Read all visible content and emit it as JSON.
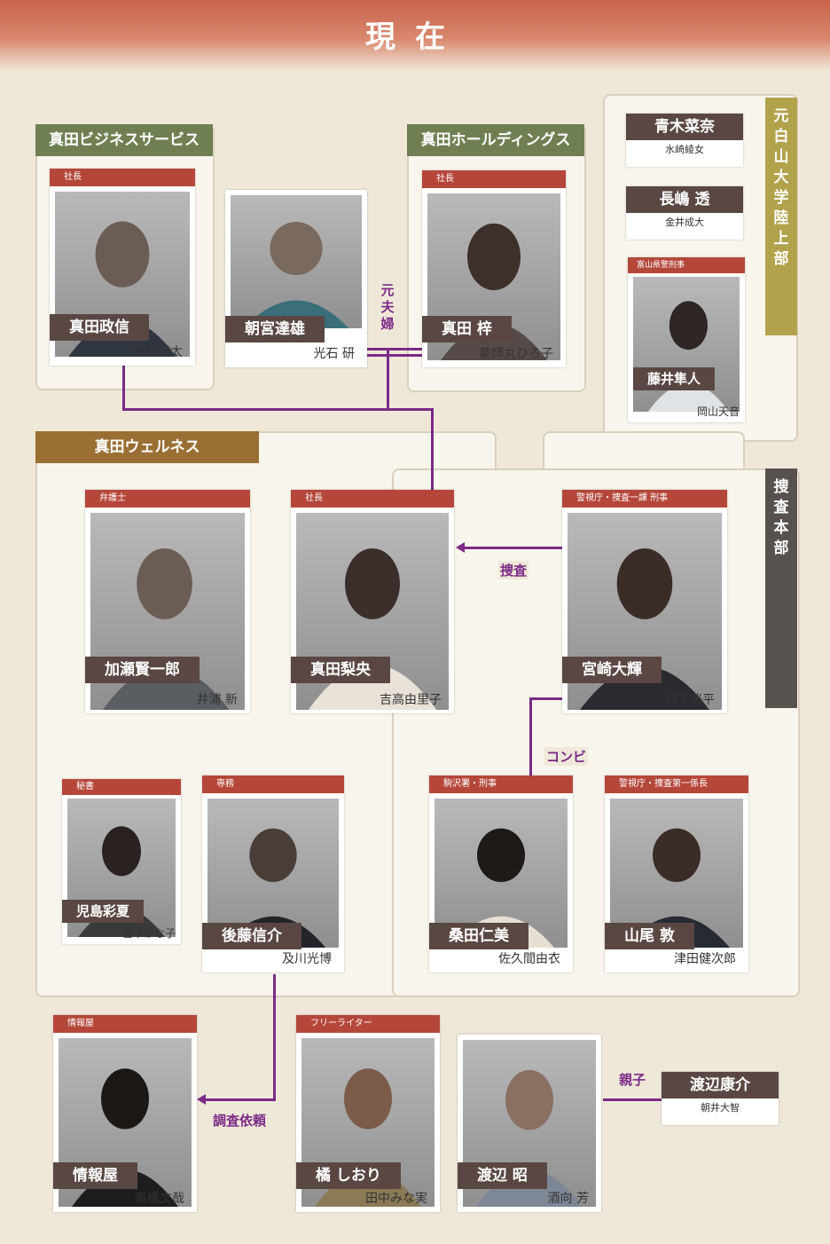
{
  "header": {
    "title": "現在"
  },
  "groups": {
    "business_services": "真田ビジネスサービス",
    "holdings": "真田ホールディングス",
    "wellness": "真田ウェルネス",
    "university": "元白山大学陸上部",
    "investigation": "捜査本部"
  },
  "relations": {
    "ex_couple": "元夫婦",
    "investigate": "捜査",
    "combi": "コンビ",
    "request": "調査依頼",
    "parent_child": "親子"
  },
  "characters": [
    {
      "role": "社長",
      "name": "真田政信",
      "actor": "奥野瑛太"
    },
    {
      "role": "",
      "name": "朝宮達雄",
      "actor": "光石 研"
    },
    {
      "role": "社長",
      "name": "真田 梓",
      "actor": "薬師丸ひろ子"
    },
    {
      "role": "",
      "name": "青木菜奈",
      "actor": "水崎綾女"
    },
    {
      "role": "",
      "name": "長嶋 透",
      "actor": "金井成大"
    },
    {
      "role": "富山県警刑事",
      "name": "藤井隼人",
      "actor": "岡山天音"
    },
    {
      "role": "弁護士",
      "name": "加瀬賢一郎",
      "actor": "井浦 新"
    },
    {
      "role": "社長",
      "name": "真田梨央",
      "actor": "吉高由里子"
    },
    {
      "role": "警視庁・捜査一課 刑事",
      "name": "宮崎大輝",
      "actor": "松下洸平"
    },
    {
      "role": "秘書",
      "name": "児島彩夏",
      "actor": "宮下かな子"
    },
    {
      "role": "専務",
      "name": "後藤信介",
      "actor": "及川光博"
    },
    {
      "role": "駒沢署・刑事",
      "name": "桑田仁美",
      "actor": "佐久間由衣"
    },
    {
      "role": "警視庁・捜査第一係長",
      "name": "山尾 敦",
      "actor": "津田健次郎"
    },
    {
      "role": "情報屋",
      "name": "情報屋",
      "actor": "高橋文哉"
    },
    {
      "role": "フリーライター",
      "name": "橘 しおり",
      "actor": "田中みな実"
    },
    {
      "role": "",
      "name": "渡辺 昭",
      "actor": "酒向 芳"
    },
    {
      "role": "",
      "name": "渡辺康介",
      "actor": "朝井大智"
    }
  ]
}
